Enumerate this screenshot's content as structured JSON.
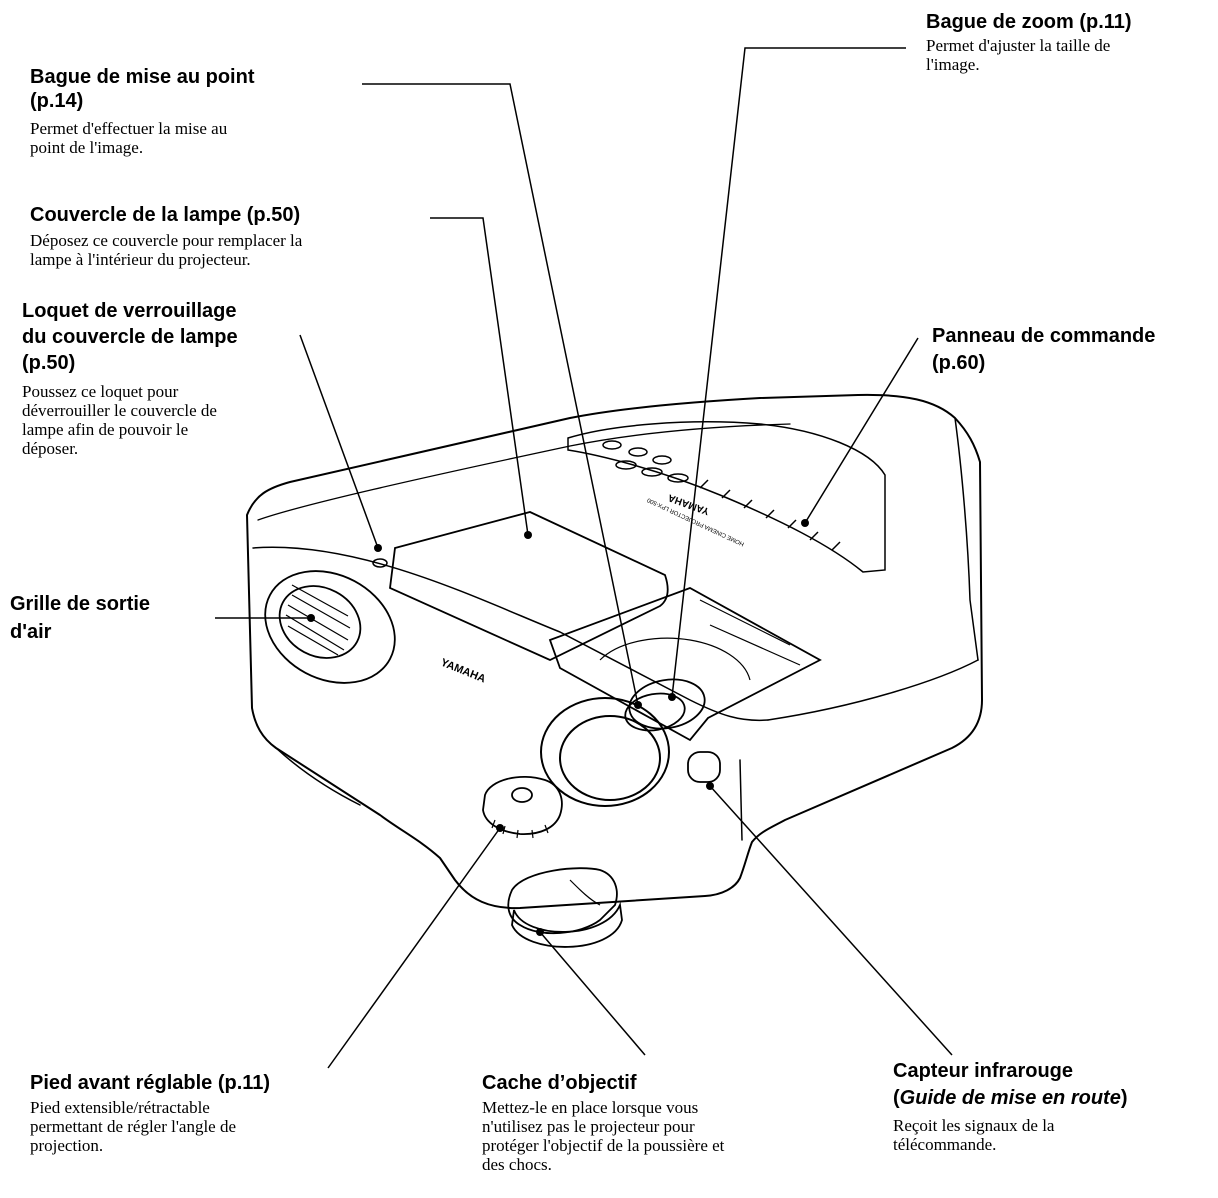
{
  "callouts": {
    "focus": {
      "title_1": "Bague de mise au point",
      "title_2": "(p.14)",
      "desc_1": "Permet d'effectuer la mise au",
      "desc_2": "point de l'image."
    },
    "zoom": {
      "title": "Bague de zoom (p.11)",
      "desc_1": "Permet d'ajuster la taille de",
      "desc_2": "l'image."
    },
    "lamp_cover": {
      "title": "Couvercle de la lampe (p.50)",
      "desc_1": "Déposez ce couvercle pour remplacer la",
      "desc_2": "lampe à l'intérieur du projecteur."
    },
    "lamp_latch": {
      "title_1": "Loquet de verrouillage",
      "title_2": "du couvercle de lampe",
      "title_3": "(p.50)",
      "desc_1": "Poussez ce loquet pour",
      "desc_2": "déverrouiller le couvercle de",
      "desc_3": "lampe afin de pouvoir le",
      "desc_4": "déposer."
    },
    "control_panel": {
      "title_1": "Panneau de commande",
      "title_2": "(p.60)"
    },
    "air_grille": {
      "title_1": "Grille de sortie",
      "title_2": "d'air"
    },
    "front_foot": {
      "title": "Pied avant réglable (p.11)",
      "desc_1": "Pied extensible/rétractable",
      "desc_2": "permettant de régler l'angle de",
      "desc_3": "projection."
    },
    "lens_cap": {
      "title": "Cache d’objectif",
      "desc_1": "Mettez-le en place lorsque vous",
      "desc_2": "n'utilisez pas le projecteur pour",
      "desc_3": "protéger l'objectif de la poussière et",
      "desc_4": "des chocs."
    },
    "ir_sensor": {
      "title_1": "Capteur infrarouge",
      "title_2_open": "(",
      "title_2_italic": "Guide de mise en route",
      "title_2_close": ")",
      "desc_1": "Reçoit les signaux de la",
      "desc_2": "télécommande."
    }
  },
  "brand": {
    "front_logo": "YAMAHA",
    "top_logo": "YAMAHA",
    "model_text": "HOME CINEMA PROJECTOR LPX-500"
  }
}
